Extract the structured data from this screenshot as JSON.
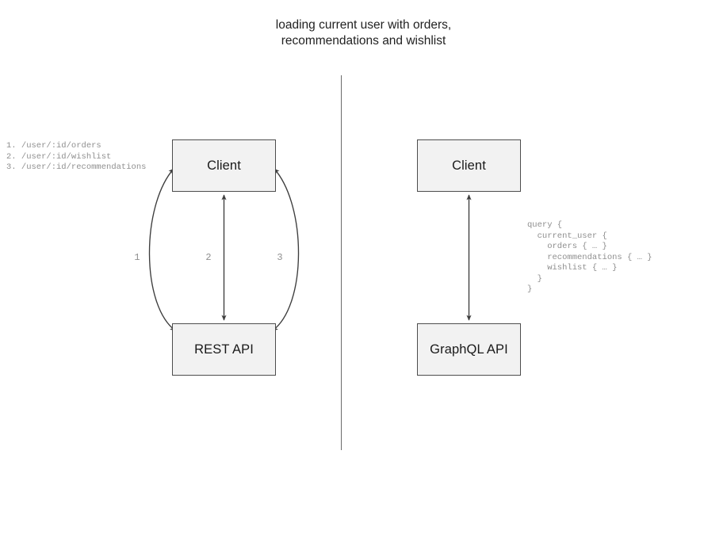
{
  "diagram": {
    "title": "loading current user with orders,\nrecommendations and wishlist",
    "left_panel": {
      "client_label": "Client",
      "api_label": "REST API",
      "endpoints": "1. /user/:id/orders\n2. /user/:id/wishlist\n3. /user/:id/recommendations",
      "edge_labels": [
        "1",
        "2",
        "3"
      ]
    },
    "right_panel": {
      "client_label": "Client",
      "api_label": "GraphQL API",
      "query": "query {\n  current_user {\n    orders { … }\n    recommendations { … }\n    wishlist { … }\n  }\n}"
    },
    "colors": {
      "background": "#ffffff",
      "box_fill": "#f2f2f2",
      "box_border": "#4d4d4d",
      "arrow": "#3d3d3d",
      "divider": "#6b6b6b",
      "annotation_text": "#8f8f8f",
      "title_text": "#222222"
    }
  }
}
